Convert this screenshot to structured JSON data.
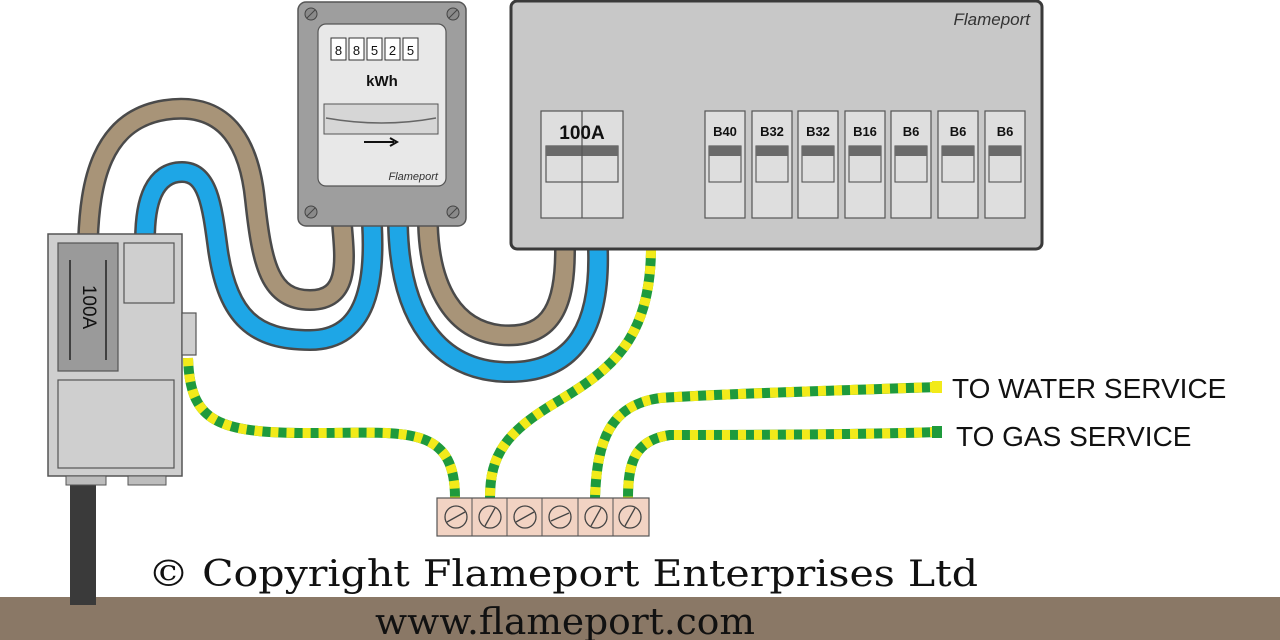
{
  "meter": {
    "digits": [
      "8",
      "8",
      "5",
      "2",
      "5"
    ],
    "unit": "kWh",
    "brand": "Flameport"
  },
  "consumer_unit": {
    "brand": "Flameport",
    "main_switch": "100A",
    "breakers": [
      "B40",
      "B32",
      "B32",
      "B16",
      "B6",
      "B6",
      "B6"
    ]
  },
  "cutout": {
    "fuse_rating": "100A"
  },
  "labels": {
    "water": "TO WATER SERVICE",
    "gas": "TO GAS SERVICE"
  },
  "footer": {
    "copyright": "© Copyright Flameport Enterprises Ltd",
    "website": "www.flameport.com"
  },
  "colors": {
    "cable_brown": "#a89478",
    "cable_blue": "#1ea6e6",
    "earth_green": "#1e9a3c",
    "earth_yellow": "#f2ea1a",
    "enclosure_grey": "#c8c8c8",
    "footer_bar": "#8a7866"
  }
}
